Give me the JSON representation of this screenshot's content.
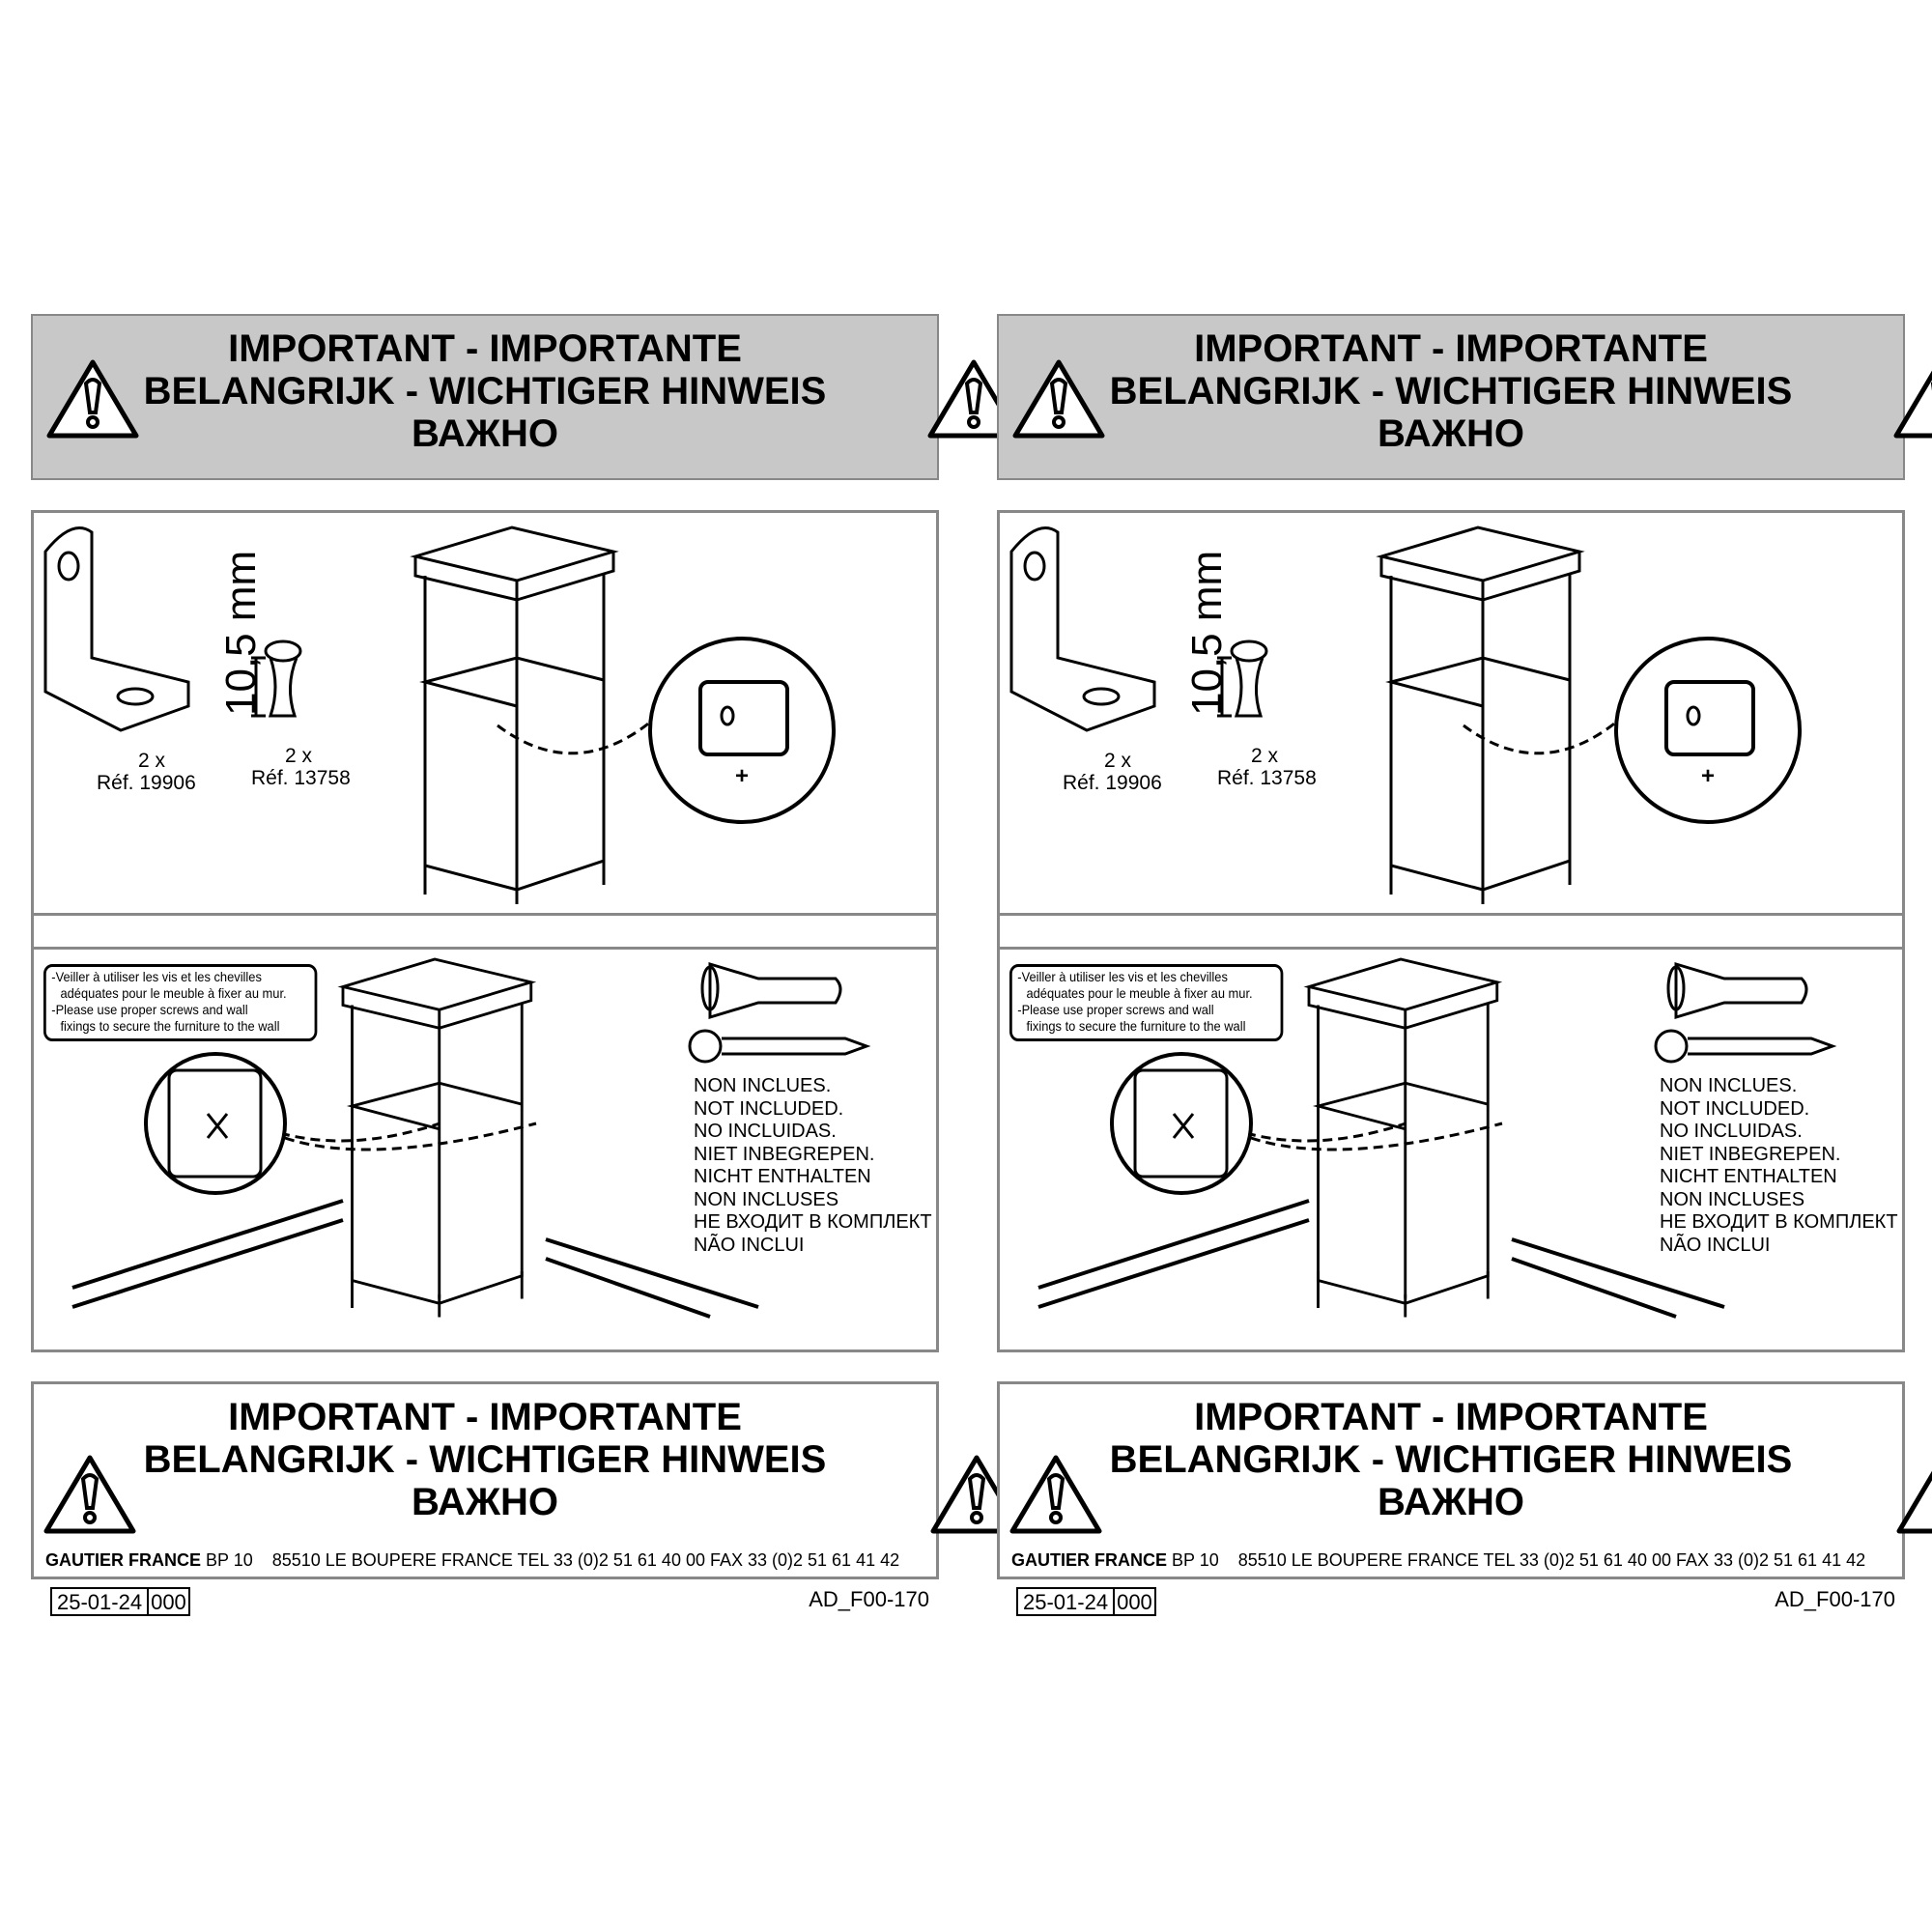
{
  "header": {
    "line1": "IMPORTANT - IMPORTANTE",
    "line2": "BELANGRIJK - WICHTIGER HINWEIS",
    "line3": "ВАЖНО"
  },
  "parts": {
    "dimension": "10,5 mm",
    "bracket_qty": "2 x",
    "bracket_ref": "Réf. 19906",
    "cam_qty": "2 x",
    "cam_ref": "Réf. 13758"
  },
  "note": {
    "fr1": "-Veiller à utiliser les vis et les chevilles",
    "fr2": "adéquates pour le meuble à fixer au mur.",
    "en1": "-Please use proper screws and wall",
    "en2": "fixings to secure the furniture to the wall"
  },
  "not_included": [
    "NON INCLUES.",
    "NOT INCLUDED.",
    "NO INCLUIDAS.",
    "NIET INBEGREPEN.",
    "NICHT ENTHALTEN",
    "NON INCLUSES",
    "НЕ ВХОДИТ В КОМПЛЕКТ",
    "NÃO INCLUI"
  ],
  "footer": {
    "company": "GAUTIER FRANCE",
    "address": "BP 10    85510 LE BOUPERE FRANCE TEL 33 (0)2 51 61 40 00 FAX 33 (0)2 51 61 41 42",
    "date": "25-01-24",
    "revision": "000",
    "doc_code": "AD_F00-170"
  }
}
